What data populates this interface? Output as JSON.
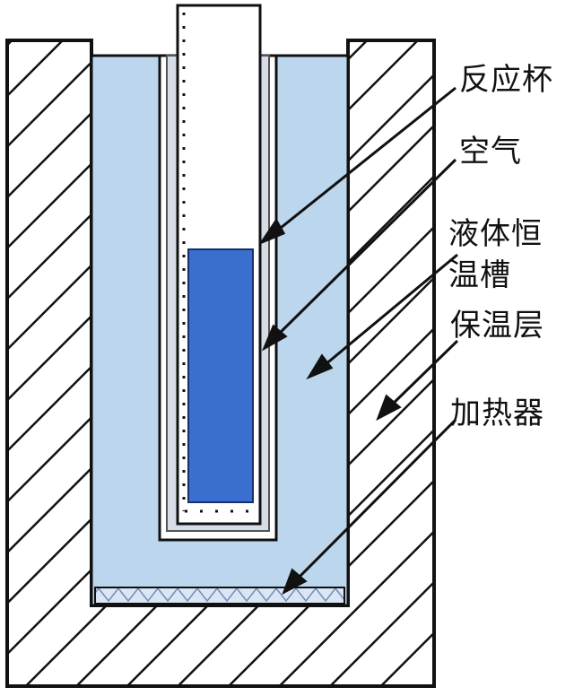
{
  "labels": {
    "reaction_cup": "反应杯",
    "air": "空气",
    "liquid_bath": "液体恒\n温槽",
    "insulation": "保温层",
    "heater": "加热器"
  },
  "colors": {
    "bath_fill": "#bcd6ee",
    "liquid_fill": "#3a6fd0",
    "outline": "#111111",
    "hatch_line": "#111111",
    "cup_white": "#ffffff",
    "heater_fill": "#dbe6f4"
  }
}
